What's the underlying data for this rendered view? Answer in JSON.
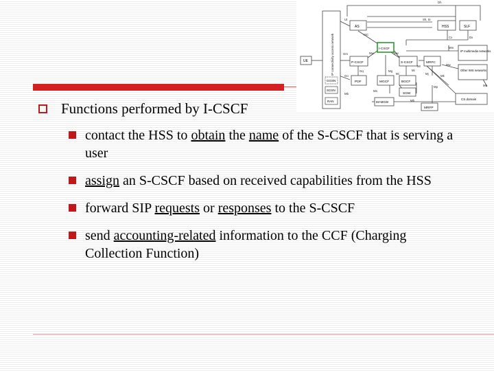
{
  "slide": {
    "colors": {
      "accent": "#d42020",
      "bullet": "#c01818",
      "highlight": "#2a9a2a"
    },
    "main_bullet": {
      "icon": "hollow-square-bullet-icon",
      "text": "Functions performed by I-CSCF"
    },
    "sub_bullets": [
      {
        "icon": "filled-square-bullet-icon",
        "parts": [
          {
            "t": "contact the HSS to ",
            "u": false
          },
          {
            "t": "obtain",
            "u": true
          },
          {
            "t": " the ",
            "u": false
          },
          {
            "t": "name",
            "u": true
          },
          {
            "t": " of the S-CSCF that is serving a user",
            "u": false
          }
        ]
      },
      {
        "icon": "filled-square-bullet-icon",
        "parts": [
          {
            "t": "assign",
            "u": true
          },
          {
            "t": " an S-CSCF based on received capabilities from the HSS",
            "u": false
          }
        ]
      },
      {
        "icon": "filled-square-bullet-icon",
        "parts": [
          {
            "t": "forward SIP ",
            "u": false
          },
          {
            "t": "requests",
            "u": true
          },
          {
            "t": " or ",
            "u": false
          },
          {
            "t": "responses",
            "u": true
          },
          {
            "t": " to the S-CSCF",
            "u": false
          }
        ]
      },
      {
        "icon": "filled-square-bullet-icon",
        "parts": [
          {
            "t": "send ",
            "u": false
          },
          {
            "t": "accounting-related",
            "u": true
          },
          {
            "t": " information to the CCF (Charging Collection Function)",
            "u": false
          }
        ]
      }
    ]
  },
  "diagram": {
    "side_label": "IP connectivity access network",
    "nodes": {
      "ue": "UE",
      "as": "AS",
      "hss": "HSS",
      "slf": "SLF",
      "icscf": "I-CSCF",
      "pcscf": "P-CSCF",
      "scscf": "S-CSCF",
      "mrfc": "MRFC",
      "pdf": "PDF",
      "mgcf": "MGCF",
      "bgcf": "BGCF",
      "sgw": "SGW",
      "immgw": "IM-MGW",
      "mrfp": "MRFP",
      "ggsn": "GGSN",
      "sgsn": "SGSN",
      "ran": "RAN",
      "ipmm": "IP multimedia networks",
      "otherims": "Other IMS networks",
      "cs": "CS domain"
    },
    "labels": {
      "dh": "Dh",
      "ut": "Ut",
      "shsi": "Sh, Si",
      "isc": "ISC",
      "cx": "Cx",
      "dx": "Dx",
      "mm": "Mm",
      "gm": "Gm",
      "mw1": "Mw",
      "mw2": "Mw",
      "mr": "Mr",
      "mw3": "Mw",
      "gq": "Gq",
      "mg": "Mg",
      "mi1": "Mi",
      "mi2": "Mi",
      "mj": "Mj",
      "go": "Go",
      "mk": "Mk",
      "mb1": "Mb",
      "mn": "Mn",
      "mp": "Mp",
      "mb2": "Mb",
      "mb3": "Mb"
    }
  }
}
